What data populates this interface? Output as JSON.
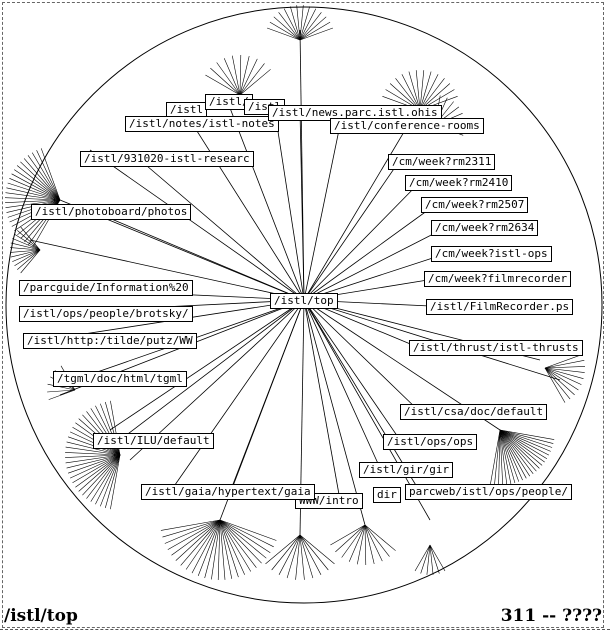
{
  "status": {
    "current_node": "/istl/top",
    "count": "311 -- ????"
  },
  "root_label": "/istl/top",
  "labels": [
    "/istl/photoboard/photos",
    "/istl/931020-istl-researc",
    "/istl/notes/istl-notes",
    "/istl/news.parc.istl.ohis",
    "/istl/conference-rooms",
    "/cm/week?rm2311",
    "/cm/week?rm2410",
    "/cm/week?rm2507",
    "/cm/week?rm2634",
    "/cm/week?istl-ops",
    "/cm/week?filmrecorder",
    "/istl/FilmRecorder.ps",
    "/parcguide/Information%20",
    "/istl/ops/people/brotsky/",
    "/istl/http:/tilde/putz/WW",
    "/tgml/doc/html/tgml",
    "/istl/thrust/istl-thrusts",
    "/istl/csa/doc/default",
    "/istl/ILU/default",
    "/istl/ops/ops",
    "/istl/gir/gir",
    "parcweb/istl/ops/people/",
    "/istl/gaia/hypertext/gaia",
    "WWW/intro",
    "dir",
    "/istl",
    "/istl/"
  ]
}
